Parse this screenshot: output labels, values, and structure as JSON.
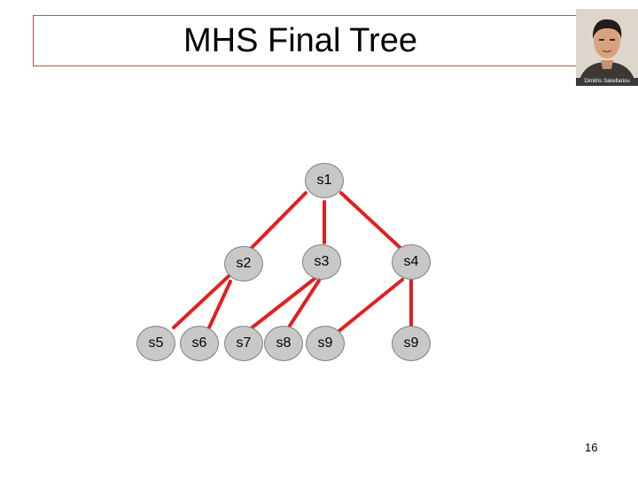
{
  "slide": {
    "title": "MHS Final Tree",
    "photo_caption": "Dimitris Sakellariou",
    "page_number": "16"
  },
  "tree": {
    "edge_color": "#e02020",
    "nodes": {
      "s1": "s1",
      "s2": "s2",
      "s3": "s3",
      "s4": "s4",
      "s5": "s5",
      "s6": "s6",
      "s7": "s7",
      "s8": "s8",
      "s9a": "s9",
      "s9b": "s9"
    },
    "edges": [
      [
        "s1",
        "s2"
      ],
      [
        "s1",
        "s3"
      ],
      [
        "s1",
        "s4"
      ],
      [
        "s2",
        "s5"
      ],
      [
        "s2",
        "s6"
      ],
      [
        "s3",
        "s7"
      ],
      [
        "s3",
        "s8"
      ],
      [
        "s4",
        "s9a"
      ],
      [
        "s4",
        "s9b"
      ]
    ]
  }
}
